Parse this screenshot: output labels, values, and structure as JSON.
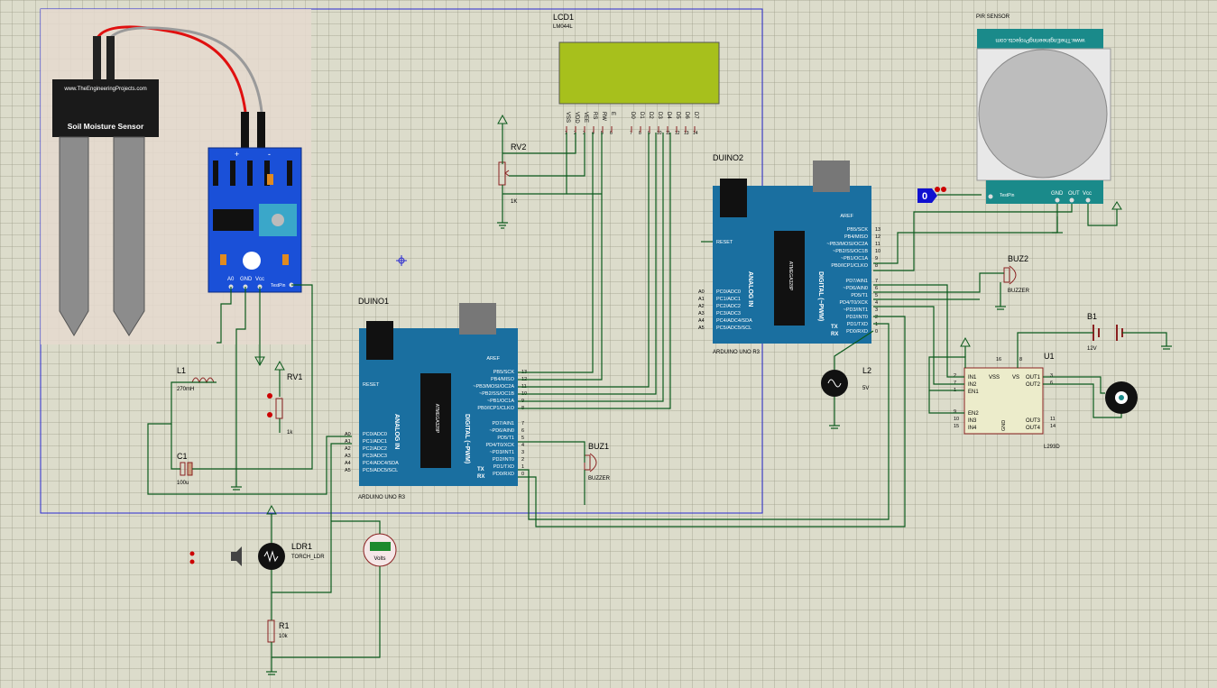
{
  "components": {
    "soil_sensor": {
      "site": "www.TheEngineeringProjects.com",
      "name": "Soil Moisture Sensor"
    },
    "soil_module": {
      "plus": "+",
      "minus": "-",
      "pin_a0": "A0",
      "pin_gnd": "GND",
      "pin_vcc": "Vcc",
      "test": "TestPin"
    },
    "lcd": {
      "ref": "LCD1",
      "part": "LM044L",
      "pins": [
        "VSS",
        "VDD",
        "VEE",
        "RS",
        "RW",
        "E",
        "D0",
        "D1",
        "D2",
        "D3",
        "D4",
        "D5",
        "D6",
        "D7"
      ],
      "nums": [
        "1",
        "2",
        "3",
        "4",
        "5",
        "6",
        "7",
        "8",
        "9",
        "10",
        "11",
        "12",
        "13",
        "14"
      ]
    },
    "rv2": {
      "ref": "RV2",
      "value": "1K"
    },
    "rv1": {
      "ref": "RV1",
      "value": "1k"
    },
    "l1": {
      "ref": "L1",
      "value": "270mH"
    },
    "c1": {
      "ref": "C1",
      "value": "100u"
    },
    "duino1": {
      "ref": "DUINO1",
      "part": "ARDUINO UNO R3"
    },
    "duino2": {
      "ref": "DUINO2",
      "part": "ARDUINO UNO R3"
    },
    "arduino_labels": {
      "aref": "AREF",
      "reset": "RESET",
      "analog_in": "ANALOG IN",
      "digital": "DIGITAL (~PWM)",
      "tx": "TX",
      "rx": "RX",
      "chip": "ATMEGA328P",
      "top_pins": [
        "PB5/SCK",
        "PB4/MISO",
        "~PB3/MOSI/OC2A",
        "~PB2/SS/OC1B",
        "~PB1/OC1A",
        "PB0/ICP1/CLKO"
      ],
      "top_nums": [
        "13",
        "12",
        "11",
        "10",
        "9",
        "8"
      ],
      "mid_pins": [
        "PD7/AIN1",
        "~PD6/AIN0",
        "PD5/T1",
        "PD4/T0/XCK",
        "~PD3/INT1",
        "PD2/INT0",
        "PD1/TXD",
        "PD0/RXD"
      ],
      "mid_nums": [
        "7",
        "6",
        "5",
        "4",
        "3",
        "2",
        "1",
        "0"
      ],
      "analog_pins": [
        "PC0/ADC0",
        "PC1/ADC1",
        "PC2/ADC2",
        "PC3/ADC3",
        "PC4/ADC4/SDA",
        "PC5/ADC5/SCL"
      ],
      "analog_nums": [
        "A0",
        "A1",
        "A2",
        "A3",
        "A4",
        "A5"
      ]
    },
    "buz1": {
      "ref": "BUZ1",
      "part": "BUZZER"
    },
    "buz2": {
      "ref": "BUZ2",
      "part": "BUZZER"
    },
    "pir": {
      "ref": "PIR SENSOR",
      "site": "www.TheEngineeringProjects.com",
      "pins": [
        "GND",
        "OUT",
        "Vcc"
      ],
      "test": "TestPin"
    },
    "logic": {
      "value": "0"
    },
    "l2": {
      "ref": "L2",
      "value": "5V"
    },
    "b1": {
      "ref": "B1",
      "value": "12V"
    },
    "u1": {
      "ref": "U1",
      "part": "L293D",
      "left": [
        "IN1",
        "IN2",
        "EN1",
        "EN2",
        "IN3",
        "IN4"
      ],
      "left_nums": [
        "2",
        "7",
        "1",
        "9",
        "10",
        "15"
      ],
      "right": [
        "OUT1",
        "OUT2",
        "OUT3",
        "OUT4"
      ],
      "right_nums": [
        "3",
        "6",
        "11",
        "14"
      ],
      "top": [
        "VSS",
        "VS"
      ],
      "top_nums": [
        "16",
        "8"
      ],
      "gnd": "GND"
    },
    "ldr1": {
      "ref": "LDR1",
      "part": "TORCH_LDR"
    },
    "voltmeter": {
      "unit": "Volts"
    },
    "r1": {
      "ref": "R1",
      "value": "10k"
    }
  }
}
